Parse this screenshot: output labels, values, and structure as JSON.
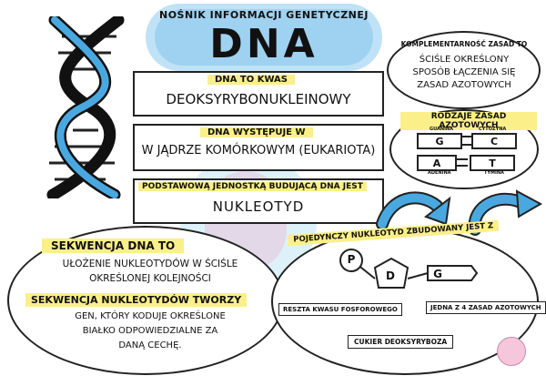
{
  "header": {
    "subtitle": "NOŚNIK INFORMACJI GENETYCZNEJ",
    "title": "DNA"
  },
  "box1": {
    "label": "DNA TO KWAS",
    "value": "DEOKSYRYBONUKLEINOWY"
  },
  "box2": {
    "label": "DNA WYSTĘPUJE W",
    "value": "W JĄDRZE KOMÓRKOWYM (EUKARIOTA)"
  },
  "box3": {
    "label": "PODSTAWOWĄ JEDNOSTKĄ BUDUJĄCĄ DNA JEST",
    "value": "NUKLEOTYD"
  },
  "complementarity": {
    "title": "KOMPLEMENTARNOŚĆ ZASAD TO",
    "line1": "ŚCIŚLE OKREŚLONY",
    "line2": "SPOSÓB ŁĄCZENIA SIĘ",
    "line3": "ZASAD AZOTOWYCH"
  },
  "bases": {
    "title": "RODZAJE ZASAD AZOTOWYCH",
    "guanina": "GUANINA",
    "cytozyna": "CYTOZYNA",
    "adenina": "ADENINA",
    "tymina": "TYMINA",
    "g": "G",
    "c": "C",
    "a": "A",
    "t": "T"
  },
  "sequence": {
    "title1": "SEKWENCJA DNA TO",
    "text1a": "UŁOŻENIE NUKLEOTYDÓW W ŚCIŚLE",
    "text1b": "OKREŚLONEJ KOLEJNOŚCI",
    "title2": "SEKWENCJA NUKLEOTYDÓW TWORZY",
    "text2a": "GEN, KTÓRY KODUJE OKREŚLONE",
    "text2b": "BIAŁKO ODPOWIEDZIALNE ZA",
    "text2c": "DANĄ CECHĘ."
  },
  "nucleotide": {
    "title": "POJEDYNCZY NUKLEOTYD ZBUDOWANY JEST Z",
    "p": "P",
    "d": "D",
    "g": "G",
    "phosphate": "RESZTA KWASU FOSFOROWEGO",
    "base": "JEDNA Z 4 ZASAD AZOTOWYCH",
    "sugar": "CUKIER DEOKSYRYBOZA"
  },
  "colors": {
    "blue": "#4aa8e0",
    "yellow": "#fbef8a",
    "dark": "#222222"
  }
}
